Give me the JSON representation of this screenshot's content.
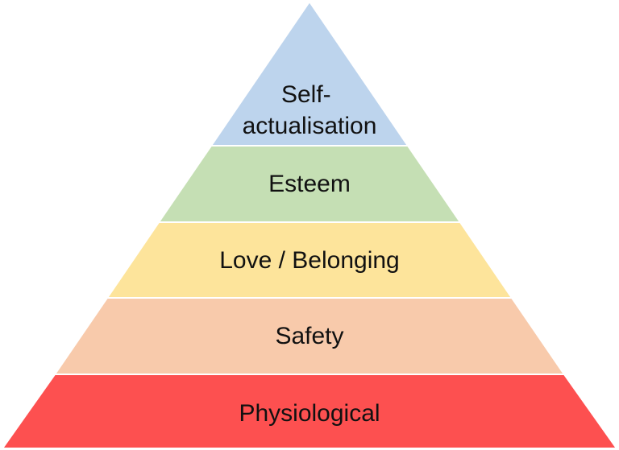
{
  "pyramid": {
    "levels": [
      {
        "id": "self-actualisation",
        "lines": [
          "Self-",
          "actualisation"
        ],
        "color": "#bdd4ed"
      },
      {
        "id": "esteem",
        "lines": [
          "Esteem"
        ],
        "color": "#c5dfb4"
      },
      {
        "id": "love-belonging",
        "lines": [
          "Love / Belonging"
        ],
        "color": "#fde49b"
      },
      {
        "id": "safety",
        "lines": [
          "Safety"
        ],
        "color": "#f8caab"
      },
      {
        "id": "physiological",
        "lines": [
          "Physiological"
        ],
        "color": "#fd5050"
      }
    ]
  }
}
